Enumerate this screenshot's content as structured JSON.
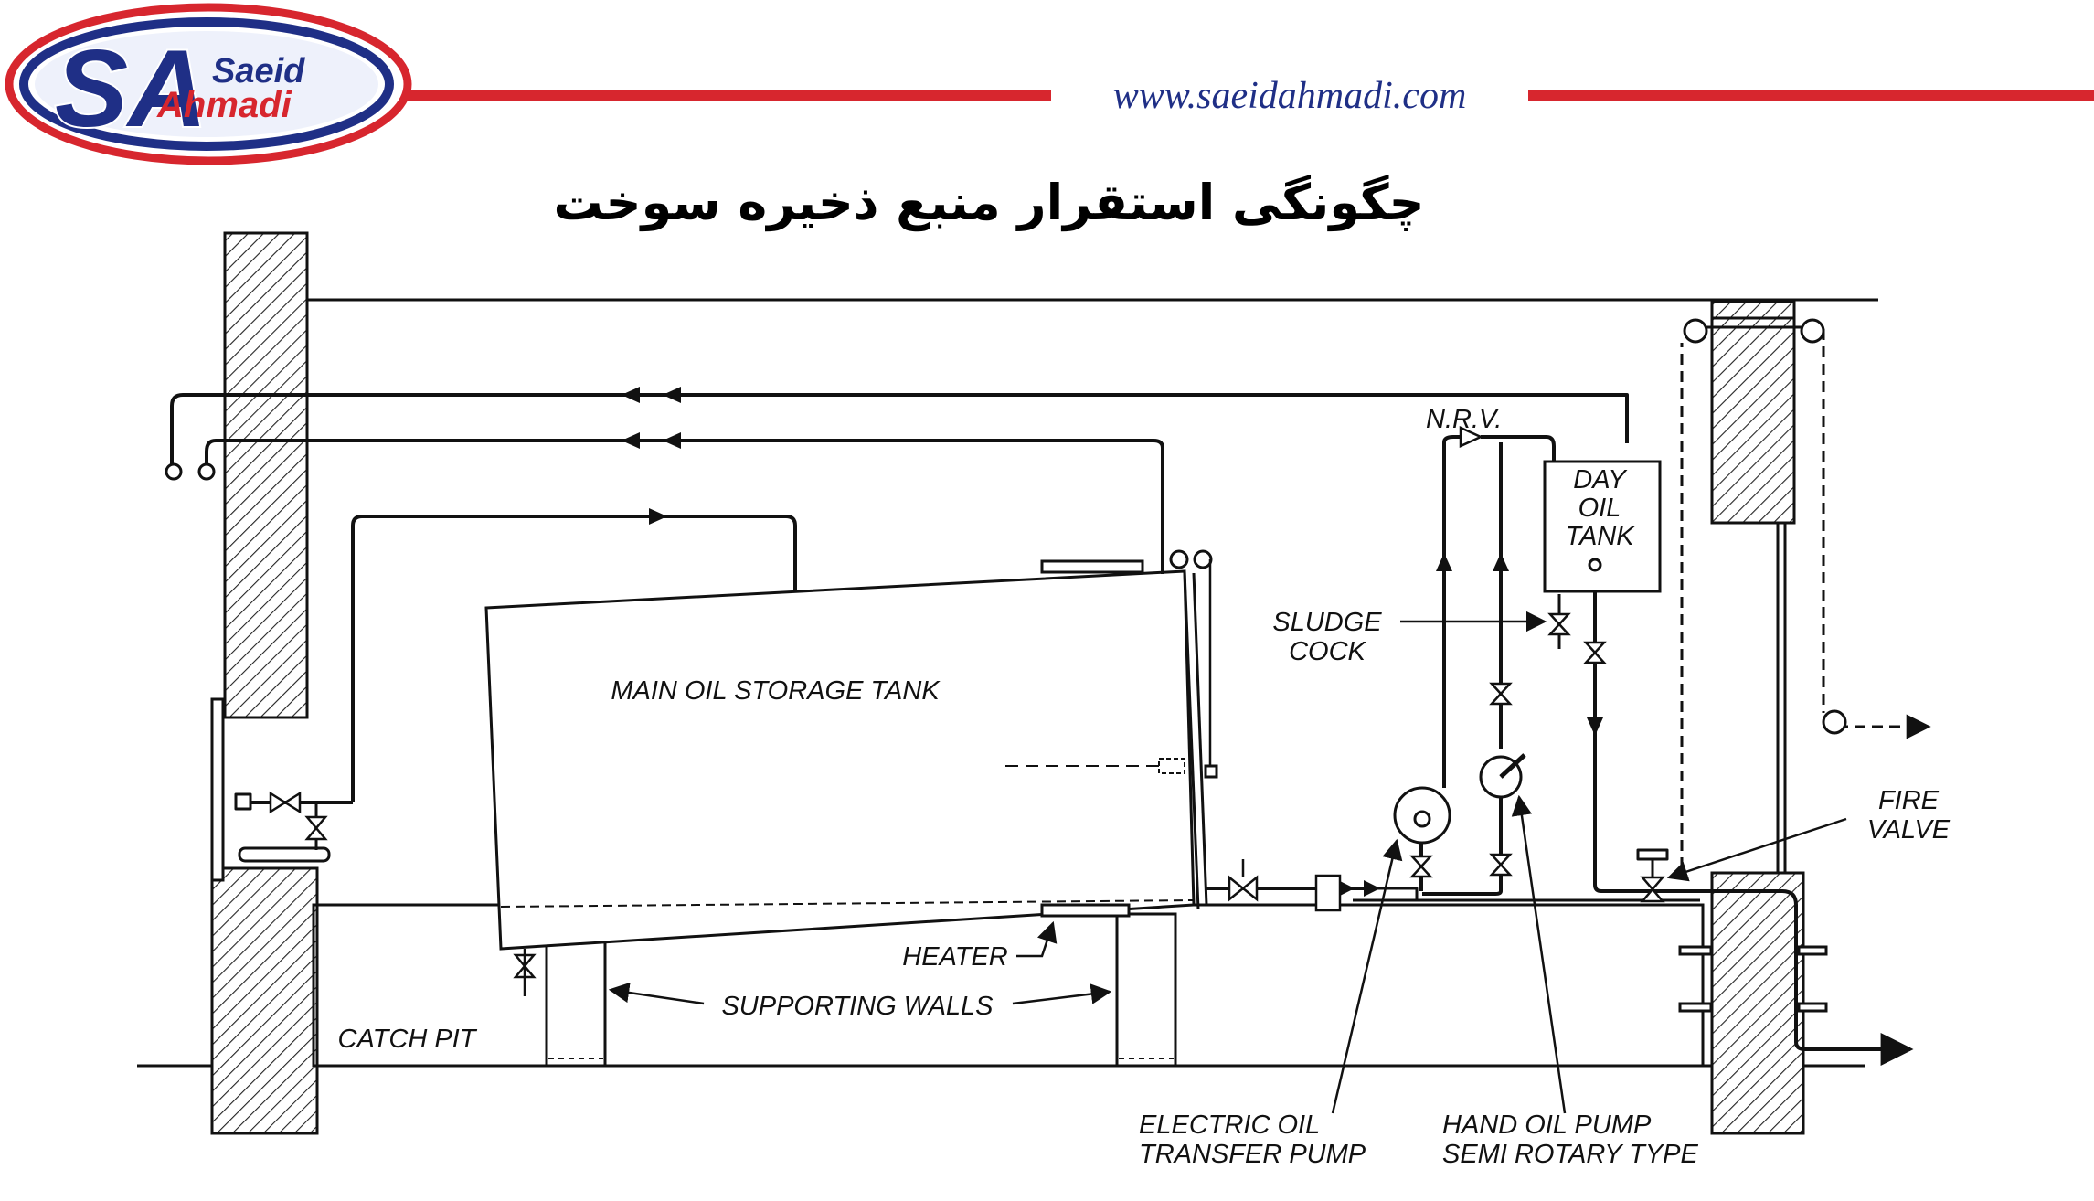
{
  "header": {
    "logo_initials": "SA",
    "logo_first_name": "Saeid",
    "logo_last_name": "Ahmadi",
    "website": "www.saeidahmadi.com",
    "title": "چگونگی استقرار منبع ذخیره سوخت"
  },
  "diagram": {
    "labels": {
      "nrv": "N.R.V.",
      "day_tank_1": "DAY",
      "day_tank_2": "OIL",
      "day_tank_3": "TANK",
      "sludge_1": "SLUDGE",
      "sludge_2": "COCK",
      "main_tank": "MAIN OIL STORAGE TANK",
      "fire_1": "FIRE",
      "fire_2": "VALVE",
      "heater": "HEATER",
      "supporting_walls": "SUPPORTING WALLS",
      "catch_pit": "CATCH PIT",
      "electric_pump_1": "ELECTRIC OIL",
      "electric_pump_2": "TRANSFER PUMP",
      "hand_pump_1": "HAND OIL PUMP",
      "hand_pump_2": "SEMI ROTARY TYPE"
    }
  },
  "colors": {
    "brand_red": "#d7262e",
    "brand_blue": "#1f2f86",
    "line": "#111111"
  }
}
